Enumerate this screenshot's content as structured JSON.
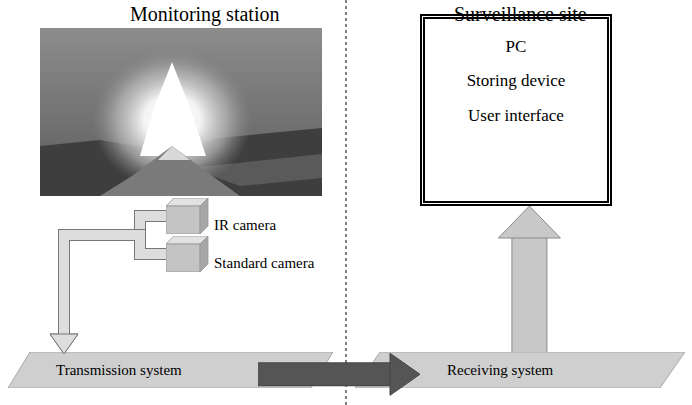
{
  "diagram": {
    "nodes": [
      {
        "text": [
          "IR camera"
        ]
      },
      {
        "text": [
          "Standard camera"
        ]
      },
      {
        "text": [
          "Transmission system"
        ]
      },
      {
        "text": [
          "PC",
          "Storing device",
          "User interface"
        ]
      },
      {
        "text": [
          "Receiving system"
        ]
      }
    ],
    "edges": [
      {
        "from": 0,
        "to": 2,
        "arrow": "to"
      },
      {
        "from": 1,
        "to": 2,
        "arrow": "to"
      },
      {
        "from": 2,
        "to": 4,
        "arrow": "to"
      },
      {
        "from": 4,
        "to": 3,
        "arrow": "to"
      }
    ],
    "labels": [
      "Monitoring station",
      "Surveillance site"
    ]
  }
}
